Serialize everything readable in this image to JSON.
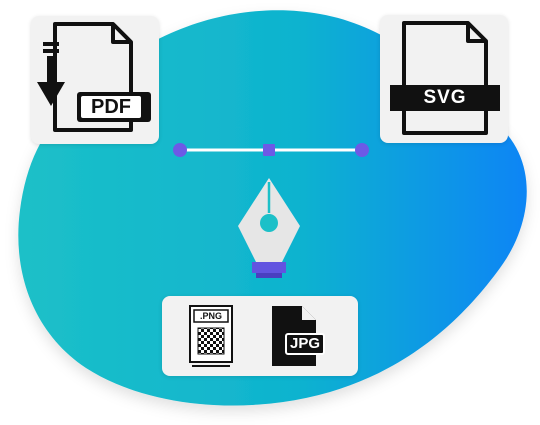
{
  "colors": {
    "blob_start": "#1cc0c8",
    "blob_end": "#0a85f5",
    "pen_body": "#e6e6e6",
    "pen_band": "#6254e0",
    "handle": "#6d5ae6",
    "card_bg": "#f2f2f2",
    "icon_dark": "#111111"
  },
  "icons": {
    "pdf": {
      "name": "pdf-download-file-icon",
      "label": "PDF"
    },
    "svg": {
      "name": "svg-file-icon",
      "label": "SVG"
    },
    "png": {
      "name": "png-file-icon",
      "label": ".PNG"
    },
    "jpg": {
      "name": "jpg-file-icon",
      "label": "JPG"
    },
    "pen": {
      "name": "pen-tool-icon"
    }
  }
}
